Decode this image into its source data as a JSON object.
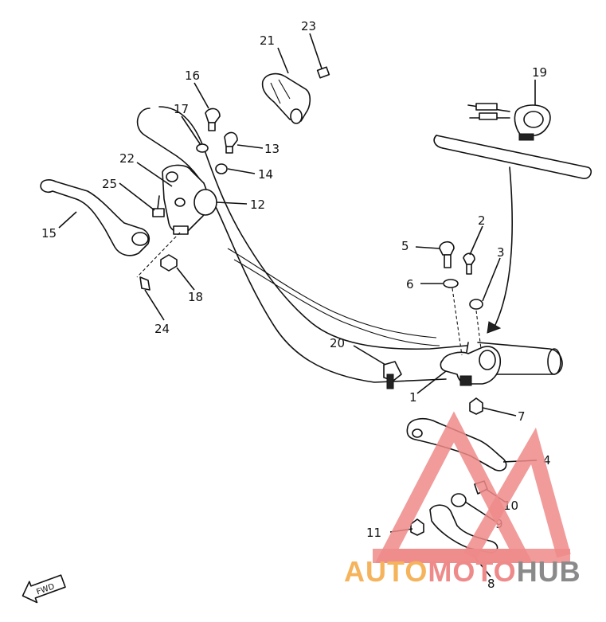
{
  "diagram": {
    "callouts": [
      {
        "id": "c1",
        "text": "1"
      },
      {
        "id": "c2",
        "text": "2"
      },
      {
        "id": "c3",
        "text": "3"
      },
      {
        "id": "c4",
        "text": "4"
      },
      {
        "id": "c5",
        "text": "5"
      },
      {
        "id": "c6",
        "text": "6"
      },
      {
        "id": "c7",
        "text": "7"
      },
      {
        "id": "c8",
        "text": "8"
      },
      {
        "id": "c9",
        "text": "9"
      },
      {
        "id": "c10",
        "text": "10"
      },
      {
        "id": "c11",
        "text": "11"
      },
      {
        "id": "c12",
        "text": "12"
      },
      {
        "id": "c13",
        "text": "13"
      },
      {
        "id": "c14",
        "text": "14"
      },
      {
        "id": "c15",
        "text": "15"
      },
      {
        "id": "c16",
        "text": "16"
      },
      {
        "id": "c17",
        "text": "17"
      },
      {
        "id": "c18",
        "text": "18"
      },
      {
        "id": "c19",
        "text": "19"
      },
      {
        "id": "c20",
        "text": "20"
      },
      {
        "id": "c21",
        "text": "21"
      },
      {
        "id": "c22",
        "text": "22"
      },
      {
        "id": "c23",
        "text": "23"
      },
      {
        "id": "c24",
        "text": "24"
      },
      {
        "id": "c25",
        "text": "25"
      }
    ],
    "direction_marker": "FWD"
  },
  "watermark": {
    "part_1": "AUTO",
    "part_2": "MOTO",
    "part_3": "HUB",
    "color_1": "#f5b35c",
    "color_2": "#ef8a8a",
    "color_3": "#8a8a8a"
  }
}
